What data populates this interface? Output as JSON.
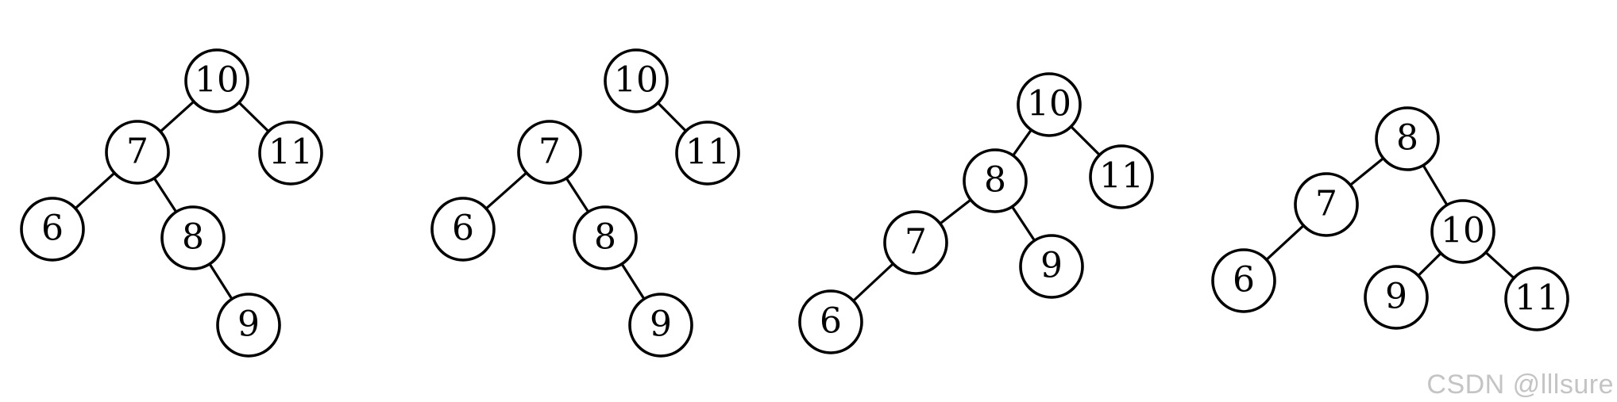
{
  "watermark": "CSDN @lllsure",
  "trees": [
    {
      "nodes": [
        {
          "id": "t1-10",
          "label": "10"
        },
        {
          "id": "t1-7",
          "label": "7"
        },
        {
          "id": "t1-11",
          "label": "11"
        },
        {
          "id": "t1-6",
          "label": "6"
        },
        {
          "id": "t1-8",
          "label": "8"
        },
        {
          "id": "t1-9",
          "label": "9"
        }
      ],
      "edges": [
        [
          "t1-10",
          "t1-7"
        ],
        [
          "t1-10",
          "t1-11"
        ],
        [
          "t1-7",
          "t1-6"
        ],
        [
          "t1-7",
          "t1-8"
        ],
        [
          "t1-8",
          "t1-9"
        ]
      ]
    },
    {
      "nodes": [
        {
          "id": "t2-10",
          "label": "10"
        },
        {
          "id": "t2-11",
          "label": "11"
        },
        {
          "id": "t2-7",
          "label": "7"
        },
        {
          "id": "t2-6",
          "label": "6"
        },
        {
          "id": "t2-8",
          "label": "8"
        },
        {
          "id": "t2-9",
          "label": "9"
        }
      ],
      "edges": [
        [
          "t2-10",
          "t2-11"
        ],
        [
          "t2-7",
          "t2-6"
        ],
        [
          "t2-7",
          "t2-8"
        ],
        [
          "t2-8",
          "t2-9"
        ]
      ]
    },
    {
      "nodes": [
        {
          "id": "t3-10",
          "label": "10"
        },
        {
          "id": "t3-8",
          "label": "8"
        },
        {
          "id": "t3-11",
          "label": "11"
        },
        {
          "id": "t3-7",
          "label": "7"
        },
        {
          "id": "t3-9",
          "label": "9"
        },
        {
          "id": "t3-6",
          "label": "6"
        }
      ],
      "edges": [
        [
          "t3-10",
          "t3-8"
        ],
        [
          "t3-10",
          "t3-11"
        ],
        [
          "t3-8",
          "t3-7"
        ],
        [
          "t3-8",
          "t3-9"
        ],
        [
          "t3-7",
          "t3-6"
        ]
      ]
    },
    {
      "nodes": [
        {
          "id": "t4-8",
          "label": "8"
        },
        {
          "id": "t4-7",
          "label": "7"
        },
        {
          "id": "t4-10",
          "label": "10"
        },
        {
          "id": "t4-6",
          "label": "6"
        },
        {
          "id": "t4-9",
          "label": "9"
        },
        {
          "id": "t4-11",
          "label": "11"
        }
      ],
      "edges": [
        [
          "t4-8",
          "t4-7"
        ],
        [
          "t4-8",
          "t4-10"
        ],
        [
          "t4-7",
          "t4-6"
        ],
        [
          "t4-10",
          "t4-9"
        ],
        [
          "t4-10",
          "t4-11"
        ]
      ]
    }
  ]
}
